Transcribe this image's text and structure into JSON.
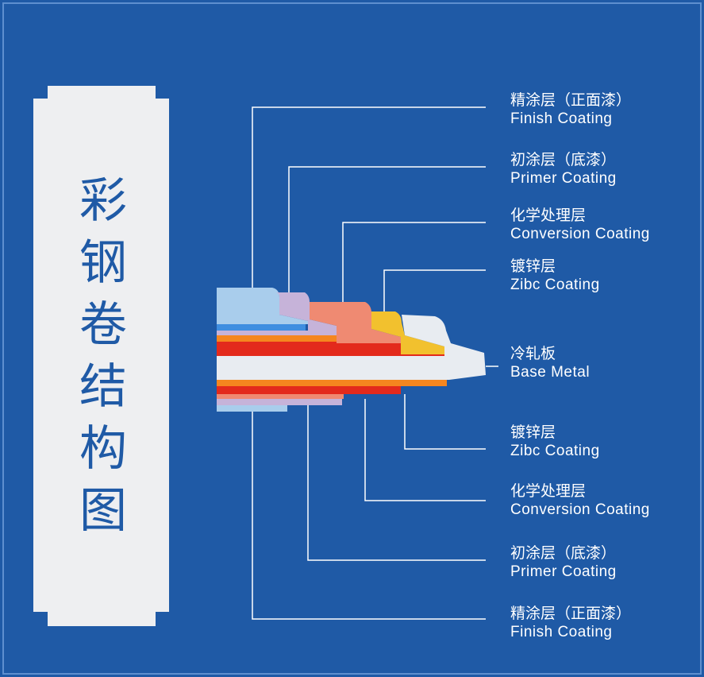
{
  "title_chars": [
    "彩",
    "钢",
    "卷",
    "结",
    "构",
    "图"
  ],
  "layers": {
    "top_finish": {
      "zh": "精涂层（正面漆）",
      "en": "Finish  Coating"
    },
    "top_primer": {
      "zh": "初涂层（底漆）",
      "en": "Primer Coating"
    },
    "top_conversion": {
      "zh": "化学处理层",
      "en": "Conversion  Coating"
    },
    "top_zinc": {
      "zh": "镀锌层",
      "en": "Zibc  Coating"
    },
    "base": {
      "zh": "冷轧板",
      "en": "Base  Metal"
    },
    "bot_zinc": {
      "zh": "镀锌层",
      "en": "Zibc  Coating"
    },
    "bot_conversion": {
      "zh": "化学处理层",
      "en": "Conversion  Coating"
    },
    "bot_primer": {
      "zh": "初涂层（底漆）",
      "en": "Primer Coating"
    },
    "bot_finish": {
      "zh": "精涂层（正面漆）",
      "en": "Finish  Coating"
    }
  },
  "colors": {
    "background": "#1f5aa6",
    "panel": "#eeeff1",
    "title_text": "#1f5aa6",
    "finish_layer": "#a9cdec",
    "primer_layer": "#c6b3d9",
    "conversion_layer": "#ef8a72",
    "zinc_layer": "#f2c12e",
    "base_metal": "#e8ecf1",
    "red_stripe": "#e32a1c",
    "orange_stripe": "#f5861f",
    "blue_stripe": "#3f8ee0"
  }
}
